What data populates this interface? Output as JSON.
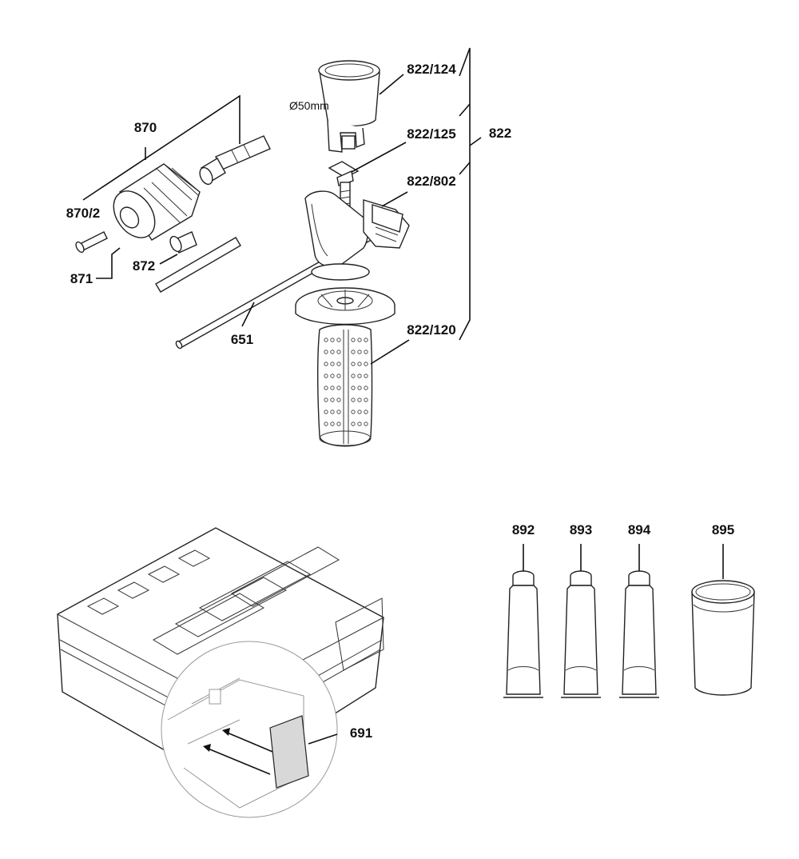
{
  "labels": {
    "p870": "870",
    "p870_2": "870/2",
    "p871": "871",
    "p872": "872",
    "p651": "651",
    "p822_124": "822/124",
    "p822_125": "822/125",
    "p822_802": "822/802",
    "p822_120": "822/120",
    "p822": "822",
    "d50mm": "Ø50mm",
    "p892": "892",
    "p893": "893",
    "p894": "894",
    "p895": "895",
    "p691": "691"
  },
  "colors": {
    "line": "#111111",
    "label_plate_fill": "#d8d8d8"
  }
}
